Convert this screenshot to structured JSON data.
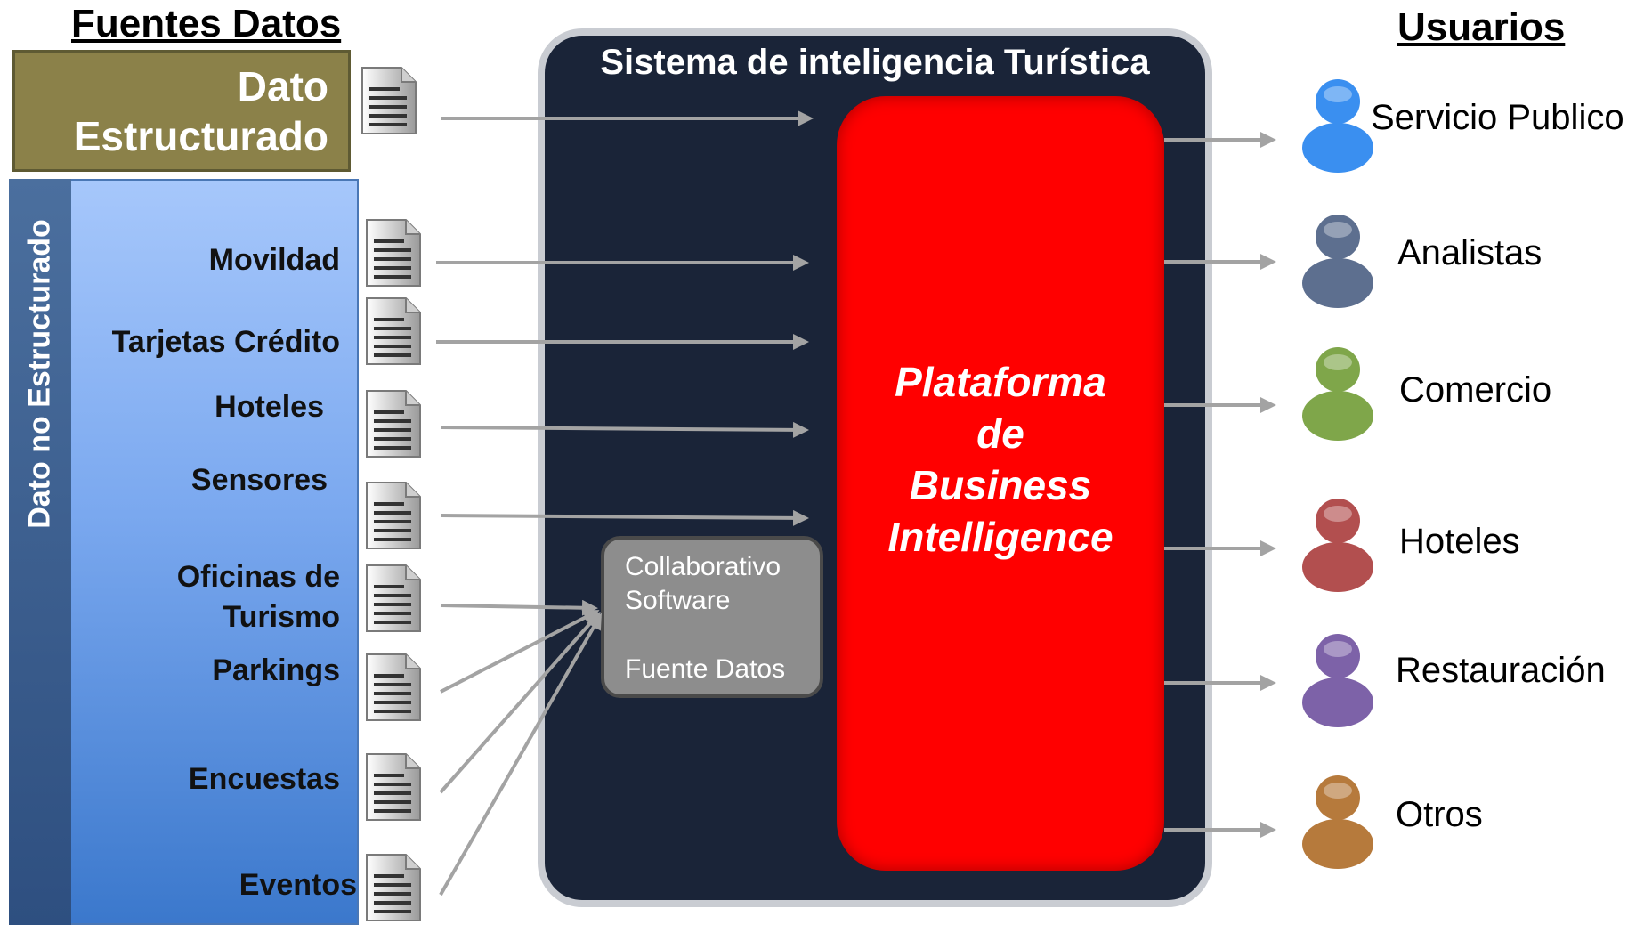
{
  "headers": {
    "sources": "Fuentes Datos",
    "users": "Usuarios"
  },
  "structured": {
    "line1": "Dato",
    "line2": "Estructurado"
  },
  "unstructured": {
    "label": "Dato no Estructurado",
    "sources": [
      "Movildad",
      "Tarjetas Crédito",
      "Hoteles",
      "Sensores",
      "Oficinas de",
      "Turismo",
      "Parkings",
      "Encuestas",
      "Eventos"
    ]
  },
  "system": {
    "title": "Sistema de inteligencia Turística"
  },
  "platform": {
    "line1": "Plataforma",
    "line2": "de",
    "line3": "Business",
    "line4": "Intelligence"
  },
  "collab": {
    "line1": "Collaborativo",
    "line2": "Software",
    "line3": "Fuente Datos"
  },
  "users": [
    {
      "label": "Servicio Publico",
      "color": "#3a8ff0"
    },
    {
      "label": "Analistas",
      "color": "#5d6f8f"
    },
    {
      "label": "Comercio",
      "color": "#7fa64a"
    },
    {
      "label": "Hoteles",
      "color": "#b24f4f"
    },
    {
      "label": "Restauración",
      "color": "#7d62a8"
    },
    {
      "label": "Otros",
      "color": "#b67a3c"
    }
  ],
  "colors": {
    "platform": "#ff0000",
    "system_bg": "#1a2438",
    "structured_bg": "#8b8149",
    "arrow": "#a3a3a3"
  }
}
